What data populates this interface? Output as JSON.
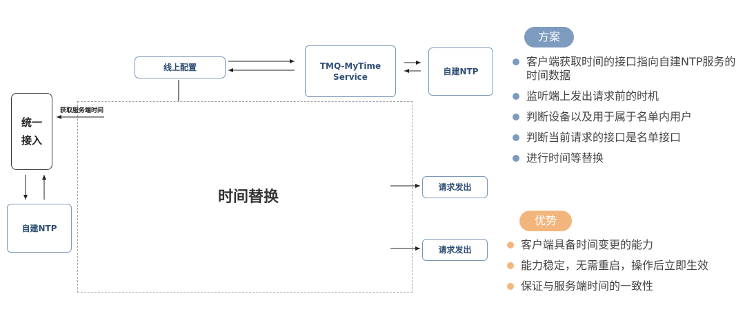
{
  "diagram": {
    "online_config": "线上配置",
    "tmq_service": "TMQ-MyTime Service",
    "self_ntp_top": "自建NTP",
    "unified_access": "统一 接入",
    "self_ntp_left": "自建NTP",
    "fetch_server_time": "获取服务端时间",
    "time_replace": "时间替换",
    "request_out_1": "请求发出",
    "request_out_2": "请求发出"
  },
  "plan": {
    "title": "方案",
    "items": [
      "客户端获取时间的接口指向自建NTP服务的时间数据",
      "监听端上发出请求前的时机",
      "判断设备以及用于属于名单内用户",
      "判断当前请求的接口是名单接口",
      "进行时间等替换"
    ]
  },
  "advantages": {
    "title": "优势",
    "items": [
      "客户端具备时间变更的能力",
      "能力稳定，无需重启，操作后立即生效",
      "保证与服务端时间的一致性"
    ]
  },
  "colors": {
    "box_border": "#7b97b8",
    "plan_accent": "#7d9bbf",
    "advantage_accent": "#f2b67d"
  }
}
